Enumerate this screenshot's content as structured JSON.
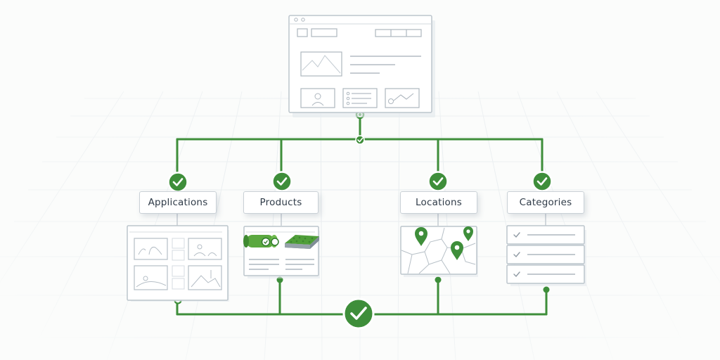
{
  "diagram": {
    "nodes": [
      {
        "id": "applications",
        "label": "Applications",
        "icon": "gallery-thumbnails-icon"
      },
      {
        "id": "products",
        "label": "Products",
        "icon": "product-rolls-icon"
      },
      {
        "id": "locations",
        "label": "Locations",
        "icon": "map-pins-icon"
      },
      {
        "id": "categories",
        "label": "Categories",
        "icon": "checklist-icon"
      }
    ],
    "root": {
      "icon": "website-wireframe-icon"
    },
    "status_icon": "checkmark-circle-icon",
    "colors": {
      "accent": "#3e8e3a",
      "accent_dark": "#2f7a2c",
      "grass_green": "#5aa83f",
      "outline": "#c9d0d6",
      "text": "#2f3b48",
      "grid": "#e7ecef",
      "background": "#fbfcfb"
    }
  }
}
